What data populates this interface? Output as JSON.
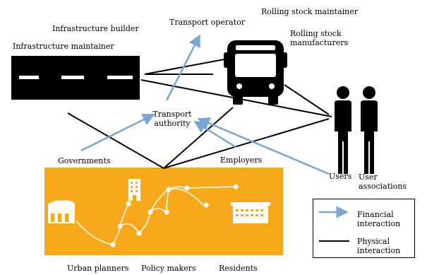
{
  "labels": {
    "rolling_stock_maintainer": "Rolling stock maintainer",
    "infrastructure_builder": "Infrastructure builder",
    "transport_operator": "Transport operator",
    "rolling_stock_manufacturers_1": "Rolling stock",
    "rolling_stock_manufacturers_2": "manufacturers",
    "infrastructure_maintainer": "Infrastructure maintainer",
    "transport_authority_1": "Transport",
    "transport_authority_2": "authority",
    "governments": "Governments",
    "employers": "Employers",
    "users": "Users",
    "user_associations_1": "User",
    "user_associations_2": "associations",
    "urban_planners": "Urban planners",
    "policy_makers": "Policy makers",
    "residents": "Residents"
  },
  "legend": {
    "financial_1": "Financial",
    "financial_2": "interaction",
    "physical_1": "Physical",
    "physical_2": "interaction"
  },
  "colors": {
    "financial": "#7aa6d2",
    "physical": "#000000",
    "urban_panel": "#f7a81b",
    "panel_drawing": "#ffffff"
  },
  "icons": {
    "road": "road-icon",
    "bus": "bus-icon",
    "people": "people-icon",
    "warehouse": "warehouse-icon",
    "tower": "building-tower-icon",
    "long_building": "long-building-icon"
  }
}
